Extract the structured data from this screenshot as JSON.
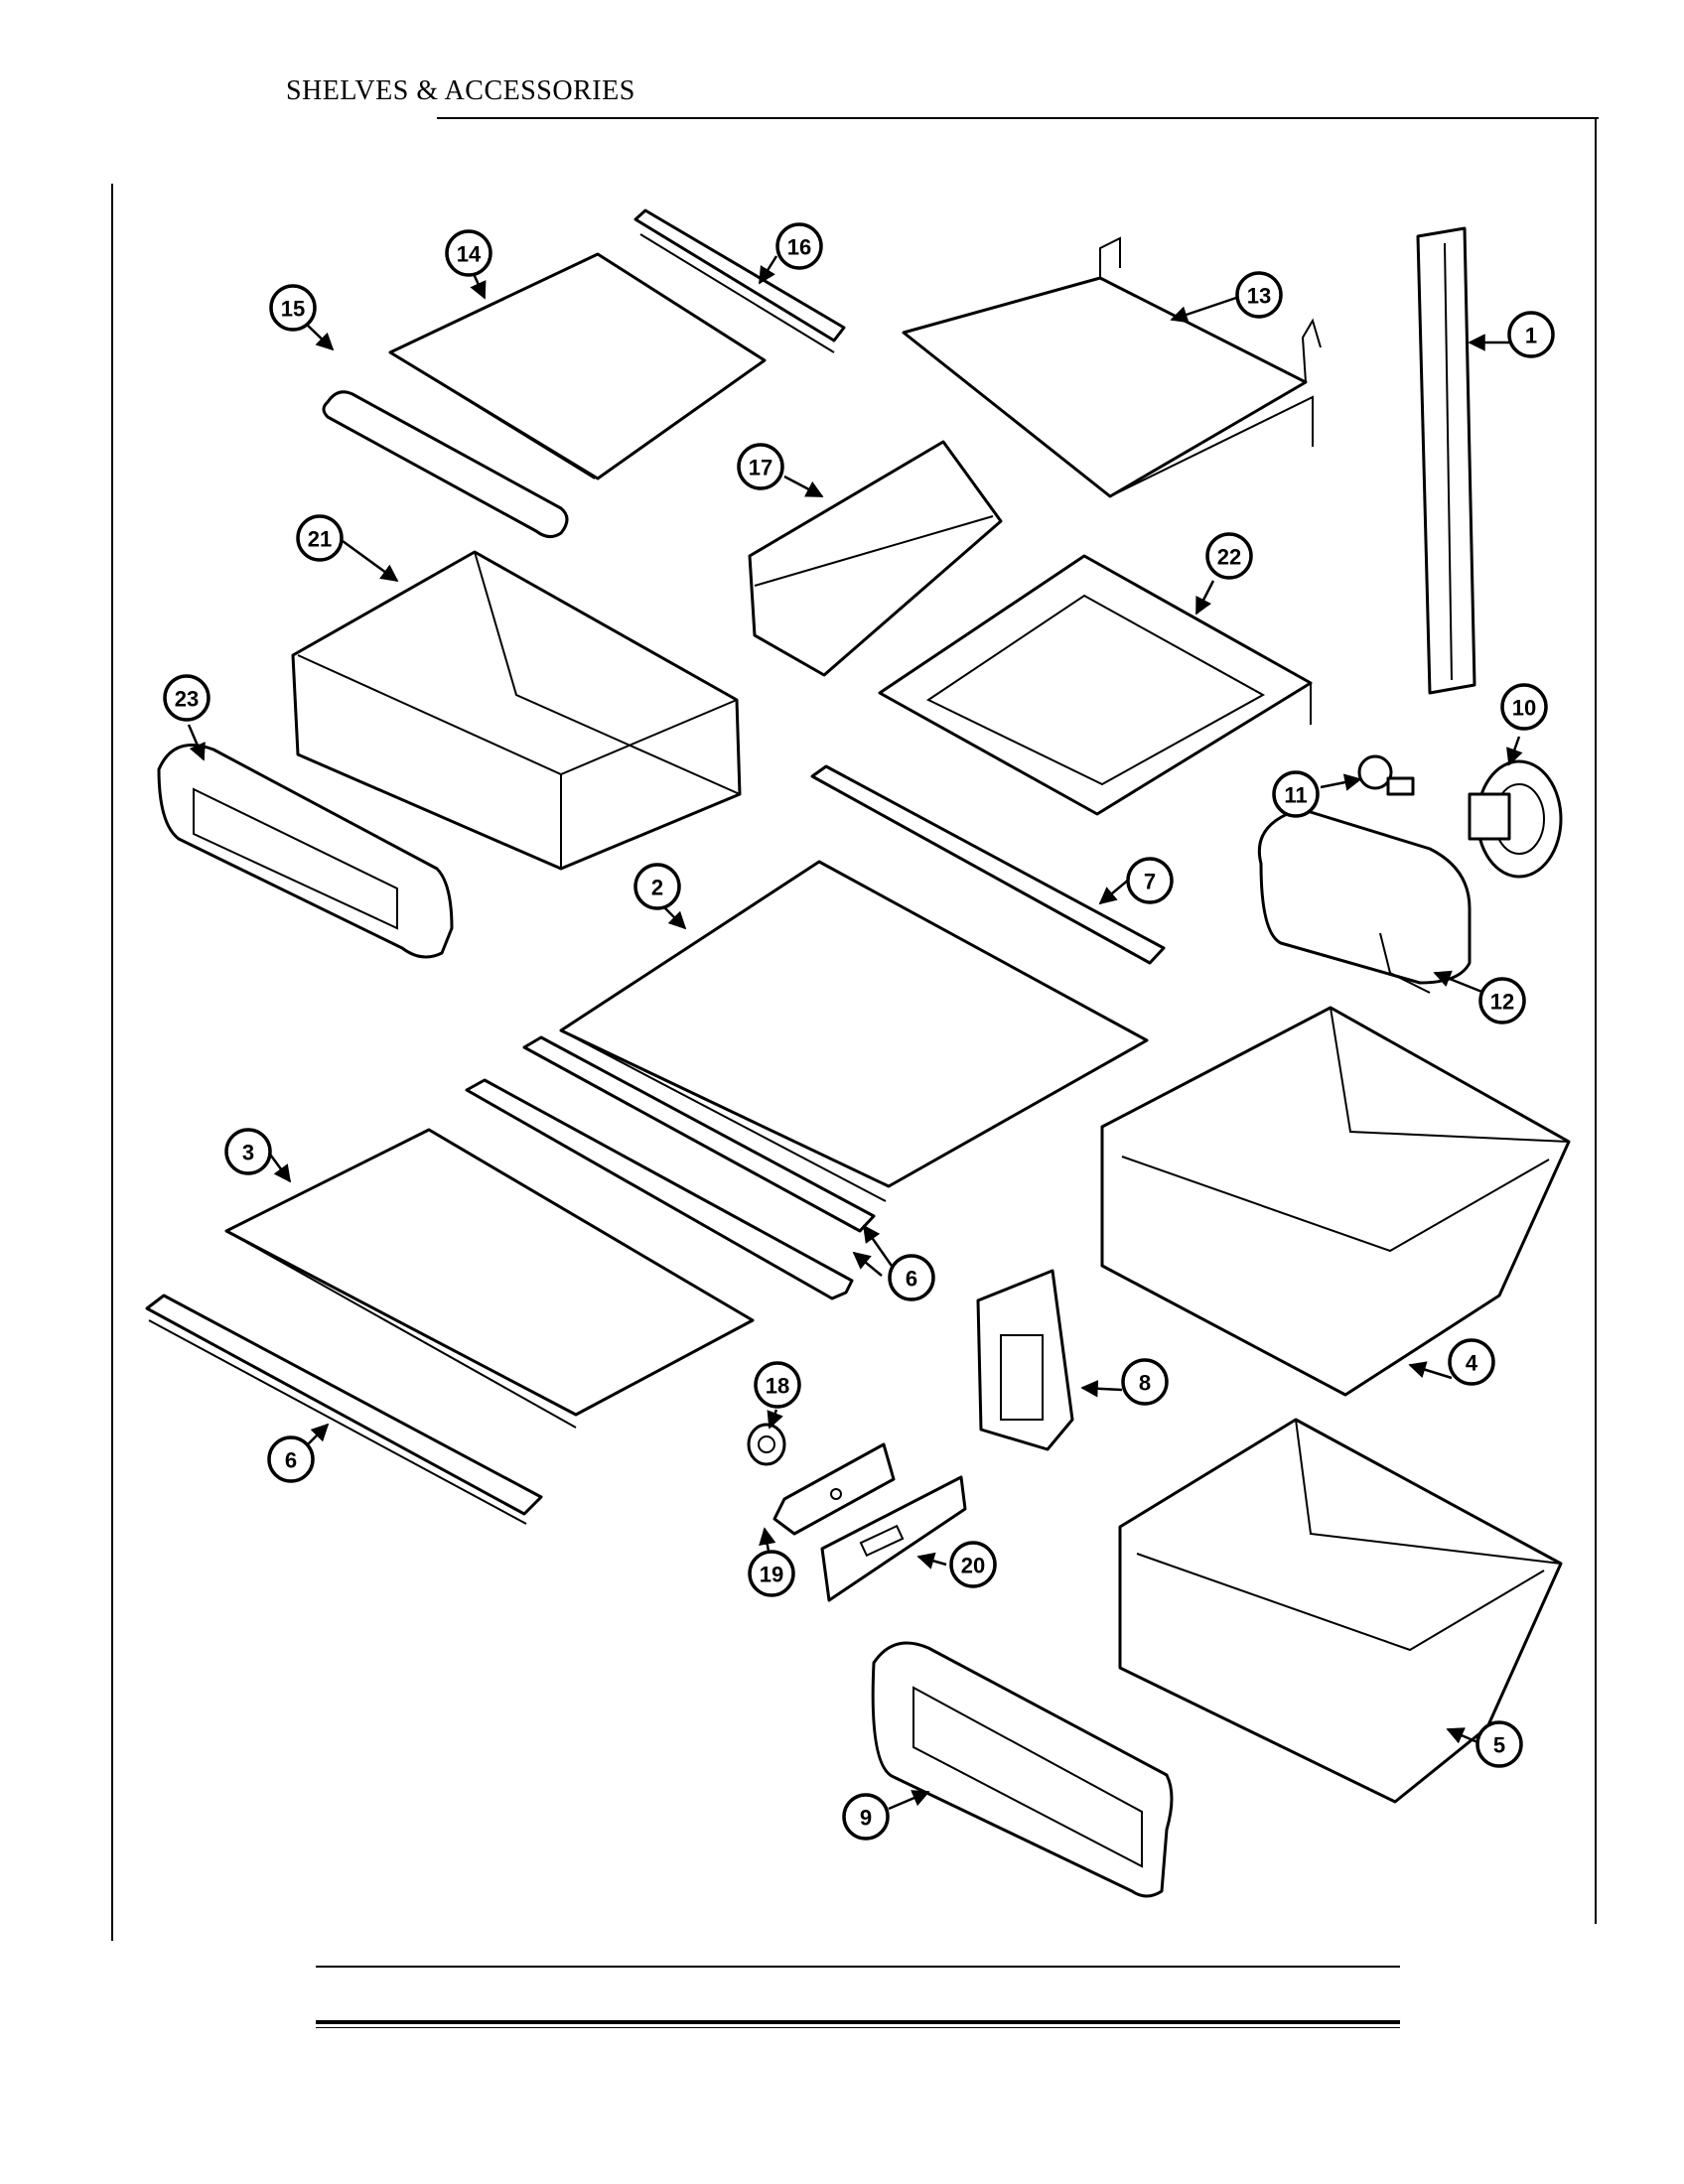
{
  "page": {
    "title": "SHELVES & ACCESSORIES"
  },
  "callouts": [
    "1",
    "2",
    "3",
    "4",
    "5",
    "6",
    "6",
    "7",
    "8",
    "9",
    "10",
    "11",
    "12",
    "13",
    "14",
    "15",
    "16",
    "17",
    "18",
    "19",
    "20",
    "21",
    "22",
    "23"
  ]
}
